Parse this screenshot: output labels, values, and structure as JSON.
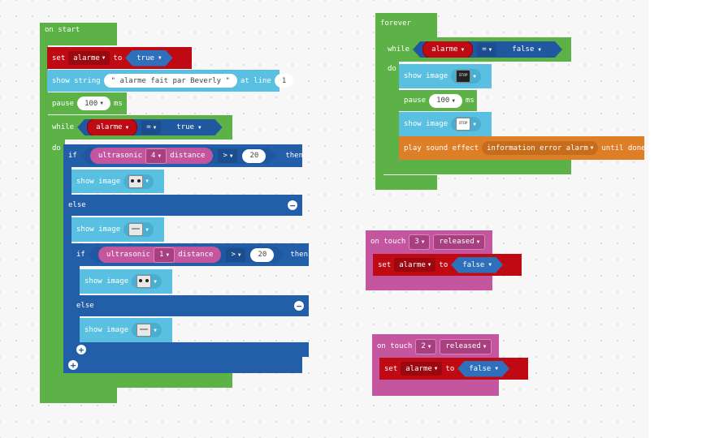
{
  "on_start": {
    "title": "on start",
    "set_label": "set",
    "var": "alarme",
    "to_label": "to",
    "true_value": "true",
    "show_string_label": "show string",
    "string_value": "\" alarme fait par Beverly \"",
    "at_line_label": "at line",
    "line_value": "1",
    "pause_label": "pause",
    "pause_value": "100",
    "ms_label": "ms",
    "while_label": "while",
    "eq_op": "=",
    "do_label": "do",
    "if_label": "if",
    "ultrasonic_label": "ultrasonic",
    "ultrasonic_port": "4",
    "distance_label": "distance",
    "gt_op": ">",
    "threshold": "20",
    "then_label": "then",
    "show_image_label": "show image",
    "else_label": "else",
    "inner_ultrasonic_port": "1"
  },
  "forever": {
    "title": "forever",
    "while_label": "while",
    "var": "alarme",
    "eq_op": "=",
    "false_value": "false",
    "do_label": "do",
    "show_image_label": "show image",
    "pause_label": "pause",
    "pause_value": "100",
    "ms_label": "ms",
    "play_label": "play sound effect",
    "sound": "information error alarm",
    "until_label": "until done"
  },
  "touch3": {
    "on_touch_label": "on touch",
    "pin": "3",
    "event": "released",
    "set_label": "set",
    "var": "alarme",
    "to_label": "to",
    "value": "false"
  },
  "touch2": {
    "on_touch_label": "on touch",
    "pin": "2",
    "event": "released",
    "set_label": "set",
    "var": "alarme",
    "to_label": "to",
    "value": "false"
  },
  "icons": {
    "dropdown": "chevron-down-icon",
    "minus": "minus-circle-icon",
    "plus": "plus-circle-icon",
    "eyes": "eyes-image-icon",
    "mid": "neutral-image-icon",
    "stop": "stop-sign-image-icon"
  },
  "colors": {
    "events_green": "#5cb147",
    "variables_red": "#bf0a14",
    "display_lightblue": "#5ac0e1",
    "logic_blue": "#235ea8",
    "sound_orange": "#de7e26",
    "input_pink": "#c3569e"
  }
}
